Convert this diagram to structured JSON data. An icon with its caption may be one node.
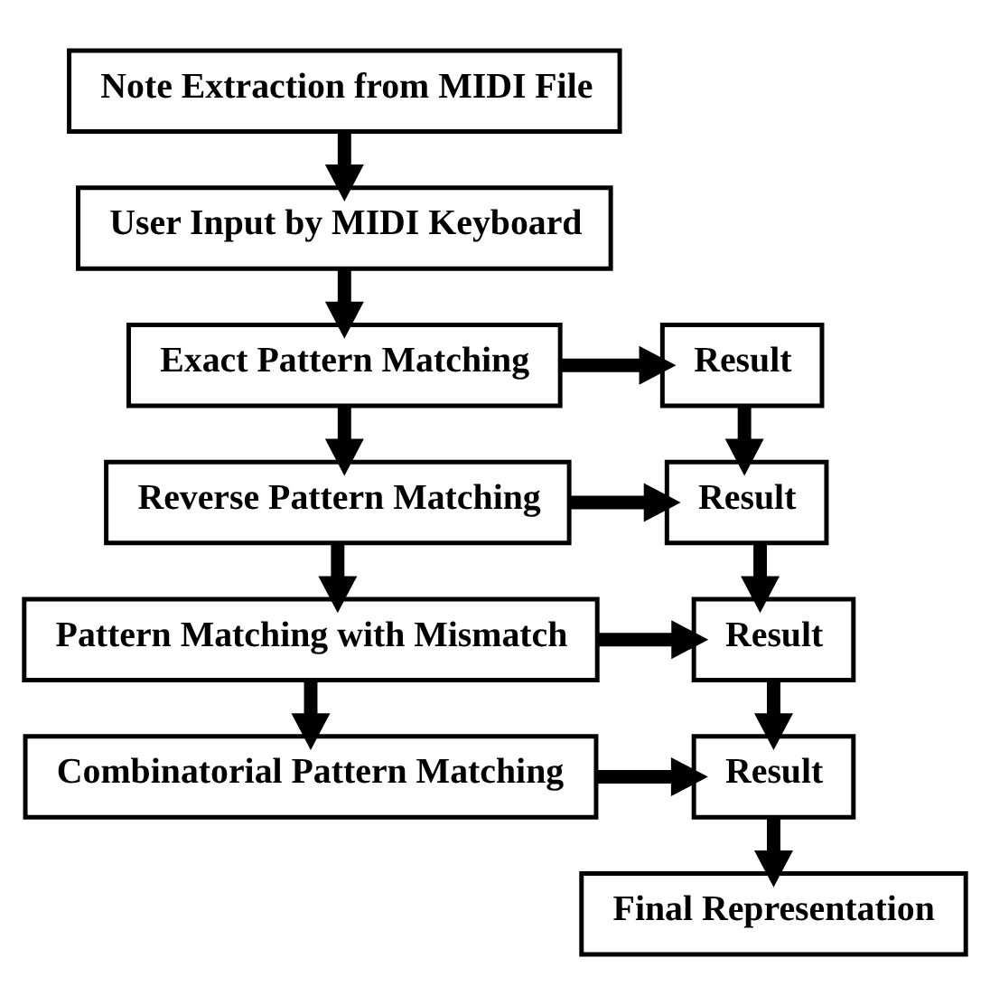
{
  "diagram": {
    "nodes": [
      {
        "text": [
          "Note Extraction from MIDI File"
        ]
      },
      {
        "text": [
          "User Input by MIDI Keyboard"
        ]
      },
      {
        "text": [
          "Exact Pattern Matching"
        ]
      },
      {
        "text": [
          "Result"
        ]
      },
      {
        "text": [
          "Reverse Pattern Matching"
        ]
      },
      {
        "text": [
          "Result"
        ]
      },
      {
        "text": [
          "Pattern Matching with Mismatch"
        ]
      },
      {
        "text": [
          "Result"
        ]
      },
      {
        "text": [
          "Combinatorial Pattern Matching"
        ]
      },
      {
        "text": [
          "Result"
        ]
      },
      {
        "text": [
          "Final Representation"
        ]
      }
    ],
    "edges": [
      {
        "from": 0,
        "to": 1,
        "arrow": "to"
      },
      {
        "from": 1,
        "to": 2,
        "arrow": "to"
      },
      {
        "from": 2,
        "to": 3,
        "arrow": "to"
      },
      {
        "from": 2,
        "to": 4,
        "arrow": "to"
      },
      {
        "from": 3,
        "to": 5,
        "arrow": "to"
      },
      {
        "from": 4,
        "to": 5,
        "arrow": "to"
      },
      {
        "from": 4,
        "to": 6,
        "arrow": "to"
      },
      {
        "from": 5,
        "to": 7,
        "arrow": "to"
      },
      {
        "from": 6,
        "to": 7,
        "arrow": "to"
      },
      {
        "from": 6,
        "to": 8,
        "arrow": "to"
      },
      {
        "from": 7,
        "to": 9,
        "arrow": "to"
      },
      {
        "from": 8,
        "to": 9,
        "arrow": "to"
      },
      {
        "from": 9,
        "to": 10,
        "arrow": "to"
      }
    ]
  }
}
